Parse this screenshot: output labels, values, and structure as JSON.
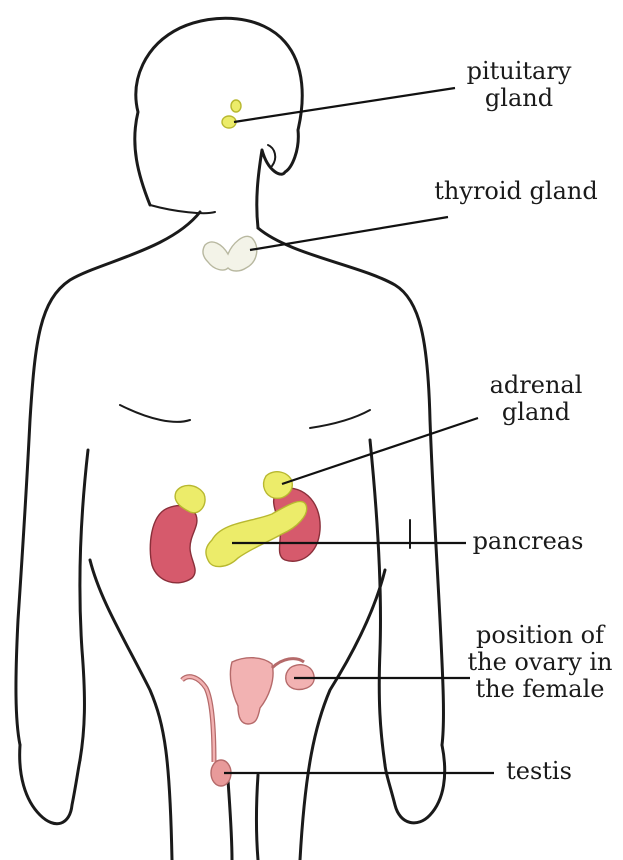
{
  "labels": {
    "pituitary": [
      "pituitary",
      "gland"
    ],
    "thyroid": [
      "thyroid gland"
    ],
    "adrenal": [
      "adrenal",
      "gland"
    ],
    "pancreas": [
      "pancreas"
    ],
    "ovary": [
      "position of",
      "the ovary in",
      "the female"
    ],
    "testis": [
      "testis"
    ]
  },
  "colors": {
    "yellow_gland": "#ecec6a",
    "kidney": "#d65a6c",
    "pink_organ": "#f2b2b2",
    "outline": "#1a1a1a"
  }
}
